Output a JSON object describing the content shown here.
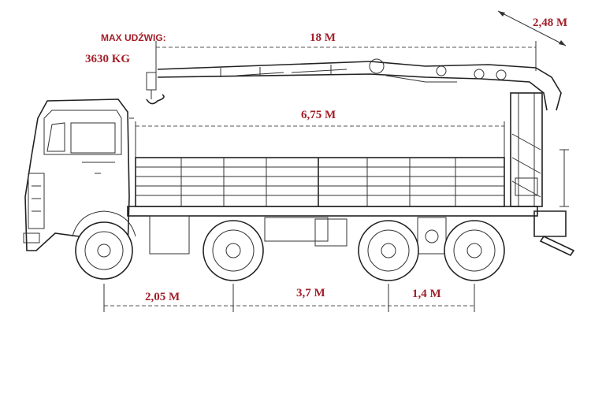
{
  "capacity": {
    "label": "MAX UDŹWIG:",
    "value": "3630 KG"
  },
  "dimensions": {
    "boom_reach": "18 M",
    "boom_extra": "2,48 M",
    "bed_length": "6,75 M",
    "wheelbase_front": "2,05 M",
    "wheelbase_mid": "3,7 M",
    "wheelbase_rear": "1,4 M"
  },
  "colors": {
    "label": "#a3202a",
    "drawing": "#2a2a2a"
  }
}
